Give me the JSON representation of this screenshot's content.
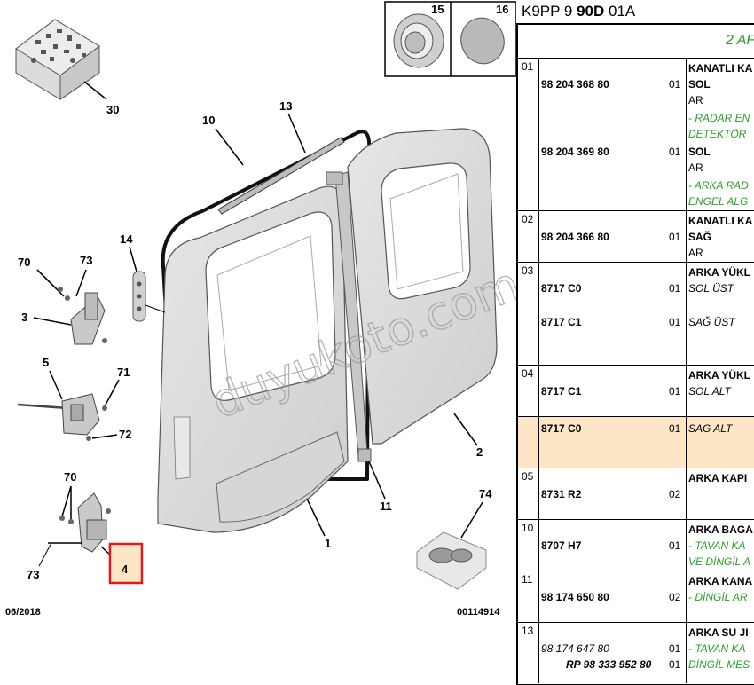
{
  "diagram": {
    "callouts": [
      {
        "id": "n30",
        "text": "30"
      },
      {
        "id": "n10",
        "text": "10"
      },
      {
        "id": "n13",
        "text": "13"
      },
      {
        "id": "n15",
        "text": "15"
      },
      {
        "id": "n16",
        "text": "16"
      },
      {
        "id": "n14",
        "text": "14"
      },
      {
        "id": "n70a",
        "text": "70"
      },
      {
        "id": "n73a",
        "text": "73"
      },
      {
        "id": "n3",
        "text": "3"
      },
      {
        "id": "n5",
        "text": "5"
      },
      {
        "id": "n71",
        "text": "71"
      },
      {
        "id": "n72",
        "text": "72"
      },
      {
        "id": "n70b",
        "text": "70"
      },
      {
        "id": "n73b",
        "text": "73"
      },
      {
        "id": "n4",
        "text": "4"
      },
      {
        "id": "n1",
        "text": "1"
      },
      {
        "id": "n11",
        "text": "11"
      },
      {
        "id": "n2",
        "text": "2"
      },
      {
        "id": "n74",
        "text": "74"
      }
    ],
    "date": "06/2018",
    "reference": "00114914",
    "watermark": "duyukoto.com",
    "highlight_color": "#e0191e"
  },
  "sheet": {
    "code_a": "K9PP 9 ",
    "code_b": "90D",
    "code_c": " 01A",
    "subtitle": "2 AF",
    "rows": [
      {
        "index": "01",
        "lines": [
          {
            "part": "",
            "qty": "",
            "desc": "KANATLI KA",
            "style": "bold"
          },
          {
            "part": "98 204 368 80",
            "qty": "01",
            "desc": "SOL",
            "style": "bold"
          },
          {
            "part": "",
            "qty": "",
            "desc": "AR",
            "style": "plain"
          },
          {
            "part": "",
            "qty": "",
            "desc": "- RADAR EN",
            "style": "green"
          },
          {
            "part": "",
            "qty": "",
            "desc": "DETEKTÖR",
            "style": "green"
          },
          {
            "part": "98 204 369 80",
            "qty": "01",
            "desc": "SOL",
            "style": "bold"
          },
          {
            "part": "",
            "qty": "",
            "desc": "AR",
            "style": "plain"
          },
          {
            "part": "",
            "qty": "",
            "desc": "- ARKA RAD",
            "style": "green"
          },
          {
            "part": "",
            "qty": "",
            "desc": "ENGEL ALG",
            "style": "green"
          }
        ]
      },
      {
        "index": "02",
        "lines": [
          {
            "part": "",
            "qty": "",
            "desc": "KANATLI KA",
            "style": "bold"
          },
          {
            "part": "98 204 366 80",
            "qty": "01",
            "desc": "SAĞ",
            "style": "bold"
          },
          {
            "part": "",
            "qty": "",
            "desc": "AR",
            "style": "plain"
          }
        ]
      },
      {
        "index": "03",
        "lines": [
          {
            "part": "",
            "qty": "",
            "desc": "ARKA YÜKL",
            "style": "bold"
          },
          {
            "part": "8717 C0",
            "qty": "01",
            "desc": "SOL ÜST",
            "style": "italic"
          },
          {
            "part": "8717 C1",
            "qty": "01",
            "desc": "SAĞ ÜST",
            "style": "italic"
          }
        ]
      },
      {
        "index": "04",
        "lines": [
          {
            "part": "",
            "qty": "",
            "desc": "ARKA YÜKL",
            "style": "bold"
          },
          {
            "part": "8717 C1",
            "qty": "01",
            "desc": "SOL ALT",
            "style": "italic"
          }
        ]
      },
      {
        "index": "",
        "lines": [
          {
            "part": "8717 C0",
            "qty": "01",
            "desc": "SAG ALT",
            "style": "italic"
          }
        ]
      },
      {
        "index": "05",
        "lines": [
          {
            "part": "",
            "qty": "",
            "desc": "ARKA KAPI",
            "style": "bold"
          },
          {
            "part": "8731 R2",
            "qty": "02",
            "desc": "",
            "style": "plain"
          }
        ]
      },
      {
        "index": "10",
        "lines": [
          {
            "part": "",
            "qty": "",
            "desc": "ARKA BAGA",
            "style": "bold"
          },
          {
            "part": "8707 H7",
            "qty": "01",
            "desc": "- TAVAN KA",
            "style": "green"
          },
          {
            "part": "",
            "qty": "",
            "desc": "VE DİNGİL A",
            "style": "green"
          }
        ]
      },
      {
        "index": "11",
        "lines": [
          {
            "part": "",
            "qty": "",
            "desc": "ARKA KANA",
            "style": "bold"
          },
          {
            "part": "98 174 650 80",
            "qty": "02",
            "desc": "- DİNGİL AR",
            "style": "green"
          }
        ]
      },
      {
        "index": "13",
        "lines": [
          {
            "part": "",
            "qty": "",
            "desc": "ARKA SU JI",
            "style": "bold"
          },
          {
            "part": "98 174 647 80",
            "qty": "01",
            "desc": "- TAVAN KA",
            "style": "green",
            "part_style": "italic"
          },
          {
            "part": "RP 98 333 952 80",
            "qty": "01",
            "desc": "DİNGİL MES",
            "style": "green",
            "part_style": "italic"
          }
        ]
      }
    ]
  }
}
